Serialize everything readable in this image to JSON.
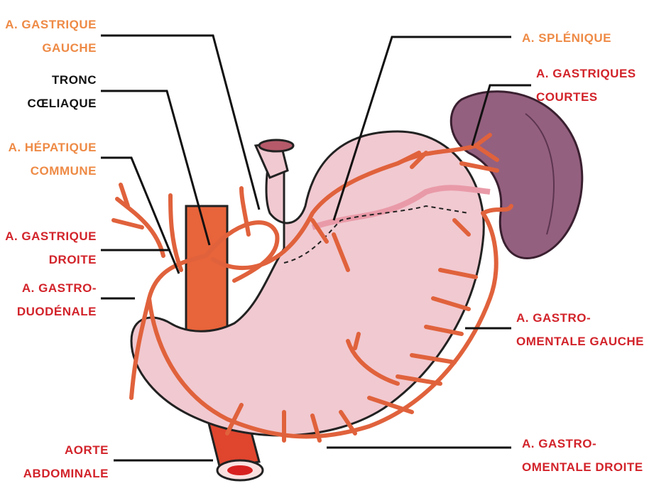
{
  "colors": {
    "orange_label": "#ee8a45",
    "red_label": "#d2232a",
    "black_label": "#111111",
    "artery": "#e0623c",
    "aorta": "#e8643a",
    "stomach": "#f1c9d1",
    "spleen": "#94607f"
  },
  "labels": {
    "gastrique_gauche": [
      "A. GASTRIQUE",
      "GAUCHE"
    ],
    "tronc_coeliaque": [
      "TRONC",
      "CŒLIAQUE"
    ],
    "hepatique_commune": [
      "A. HÉPATIQUE",
      "COMMUNE"
    ],
    "gastrique_droite": [
      "A. GASTRIQUE",
      "DROITE"
    ],
    "gastro_duodenale": [
      "A. GASTRO-",
      "DUODÉNALE"
    ],
    "aorte_abdominale": [
      "AORTE",
      "ABDOMINALE"
    ],
    "splenique": [
      "A. SPLÉNIQUE"
    ],
    "gastriques_courtes": [
      "A. GASTRIQUES",
      "COURTES"
    ],
    "gastro_omentale_gauche": [
      "A. GASTRO-",
      "OMENTALE GAUCHE"
    ],
    "gastro_omentale_droite": [
      "A. GASTRO-",
      "OMENTALE DROITE"
    ]
  }
}
